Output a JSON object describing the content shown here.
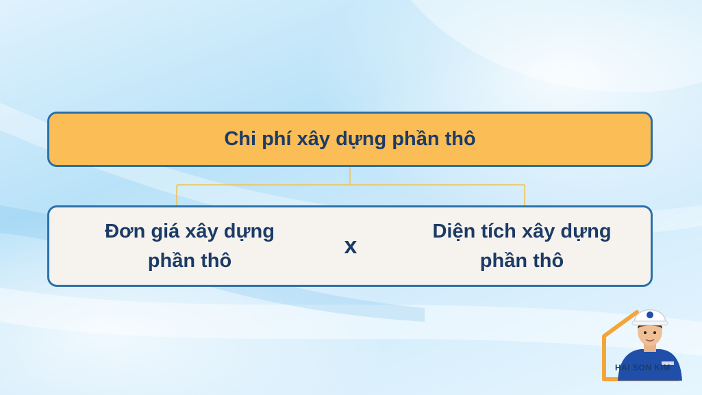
{
  "diagram": {
    "top_label": "Chi phí xây dựng phần thô",
    "left_term": "Đơn giá xây dựng\nphần thô",
    "operator": "x",
    "right_term": "Diện tích xây dựng\nphần thô"
  },
  "logo": {
    "text": "HAI SON KIM",
    "accent": "#f4a53a"
  },
  "colors": {
    "box_border": "#2a70a8",
    "title_fill": "#fbbd55",
    "text": "#1c3b66",
    "connector": "#f2c24a"
  }
}
